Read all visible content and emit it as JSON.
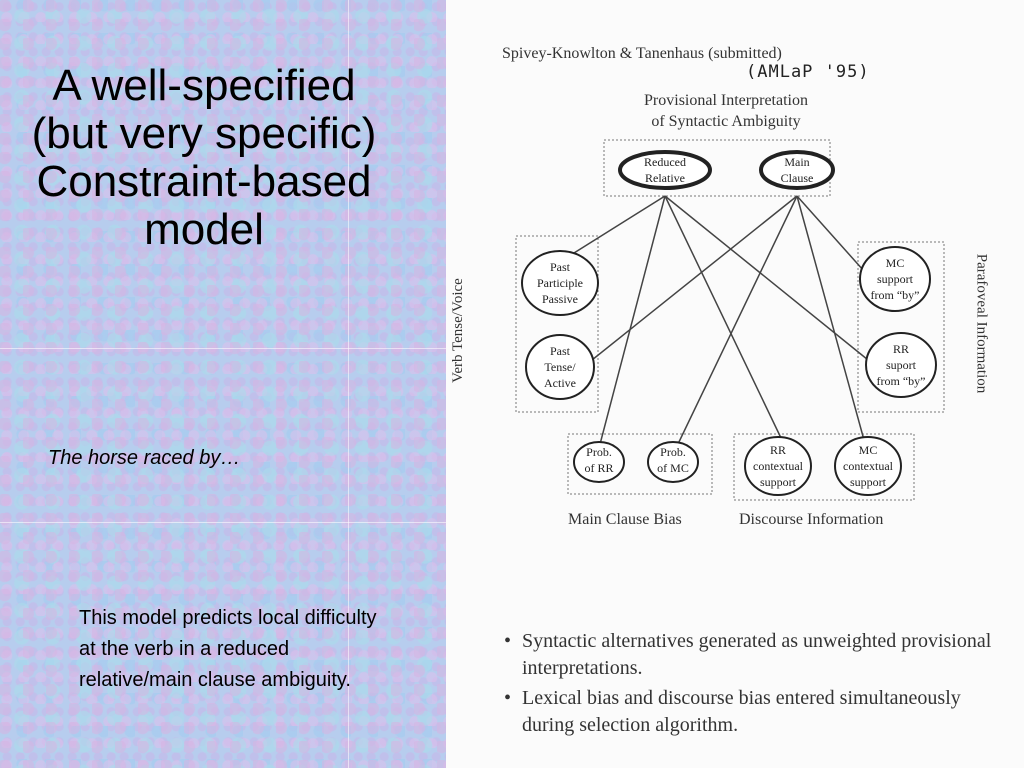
{
  "slide": {
    "title": "A well-specified (but very specific) Constraint-based model",
    "example": "The horse raced by…",
    "note": "This model predicts local difficulty at the verb in a reduced relative/main clause ambiguity."
  },
  "figure": {
    "citation": "Spivey-Knowlton & Tanenhaus (submitted)",
    "handwritten": "(AMLaP '95)",
    "diagram_title_line1": "Provisional Interpretation",
    "diagram_title_line2": "of Syntactic Ambiguity",
    "nodes": {
      "reduced_relative": [
        "Reduced",
        "Relative"
      ],
      "main_clause": [
        "Main",
        "Clause"
      ],
      "past_participle": [
        "Past",
        "Participle",
        "Passive"
      ],
      "past_tense": [
        "Past",
        "Tense/",
        "Active"
      ],
      "mc_support_by": [
        "MC",
        "support",
        "from “by”"
      ],
      "rr_support_by": [
        "RR",
        "suport",
        "from “by”"
      ],
      "prob_rr": [
        "Prob.",
        "of RR"
      ],
      "prob_mc": [
        "Prob.",
        "of MC"
      ],
      "rr_contextual": [
        "RR",
        "contextual",
        "support"
      ],
      "mc_contextual": [
        "MC",
        "contextual",
        "support"
      ]
    },
    "groups": {
      "left": "Verb Tense/Voice",
      "right": "Parafoveal Information",
      "bottom_left": "Main Clause Bias",
      "bottom_right": "Discourse Information"
    },
    "bullets": [
      "Syntactic alternatives generated as unweighted provisional interpretations.",
      "Lexical bias and discourse bias entered simultaneously during selection algorithm."
    ]
  }
}
